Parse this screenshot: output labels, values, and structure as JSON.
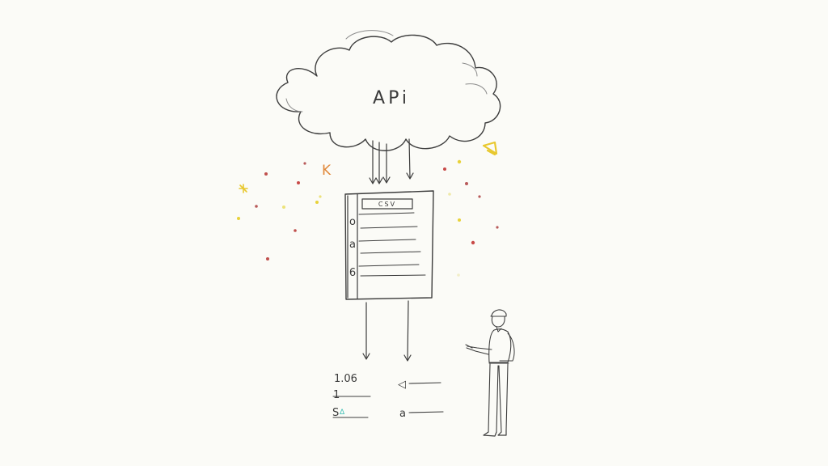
{
  "diagram": {
    "background_color": "#fbfbf7",
    "ink_color": "#3d3d3d",
    "style": "hand-drawn pencil sketch",
    "cloud": {
      "label": "APi",
      "shape": "cloud"
    },
    "cloud_to_document_arrows": 4,
    "document": {
      "header_label": "CSV",
      "ring_markers": [
        "o",
        "a",
        "6"
      ],
      "text_lines": 6
    },
    "document_to_output_arrows": 2,
    "outputs": {
      "left": {
        "value_label": "1.06",
        "row1_marker": "1",
        "row2_marker": "S",
        "row2_accent": "Δ"
      },
      "right": {
        "row1_marker": "◁",
        "row2_marker": "a"
      }
    },
    "person": {
      "description": "standing man wearing cap, gesturing toward outputs"
    },
    "decorations": {
      "left_letter": "K",
      "right_shape": "bell-triangle",
      "colors": {
        "red": "#c0504d",
        "yellow": "#e8d23a",
        "orange": "#e08a3a",
        "teal": "#3bbfb5"
      }
    }
  }
}
